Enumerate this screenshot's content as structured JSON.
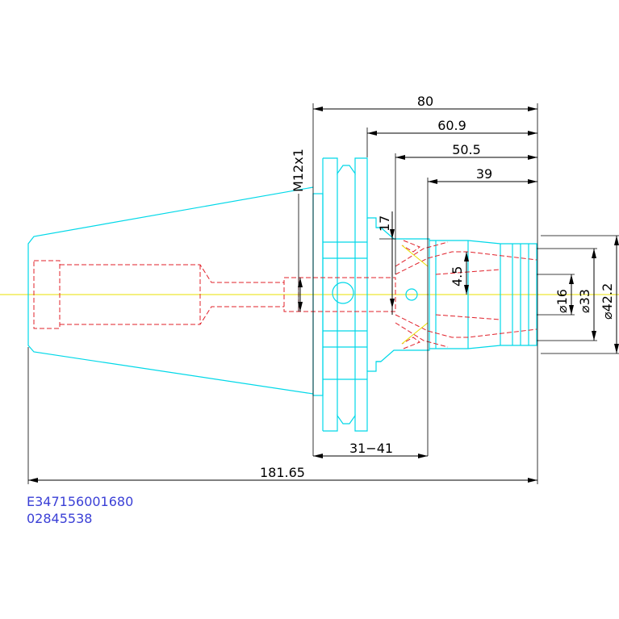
{
  "dimensions": {
    "overall_length": "80",
    "length_609": "60.9",
    "length_505": "50.5",
    "length_39": "39",
    "thread": "M12x1",
    "gauge_17": "17",
    "gauge_45": "4.5",
    "dia_16": "⌀16",
    "dia_33": "⌀33",
    "dia_422": "⌀42.2",
    "range": "31−41",
    "total": "181.65"
  },
  "part_numbers": {
    "line1": "E347156001680",
    "line2": "02845538"
  },
  "colors": {
    "outline": "#00d8e8",
    "hidden": "#e0202a",
    "centerline": "#e8e000",
    "dimension": "#000000",
    "part_text": "#3a3fd6"
  }
}
